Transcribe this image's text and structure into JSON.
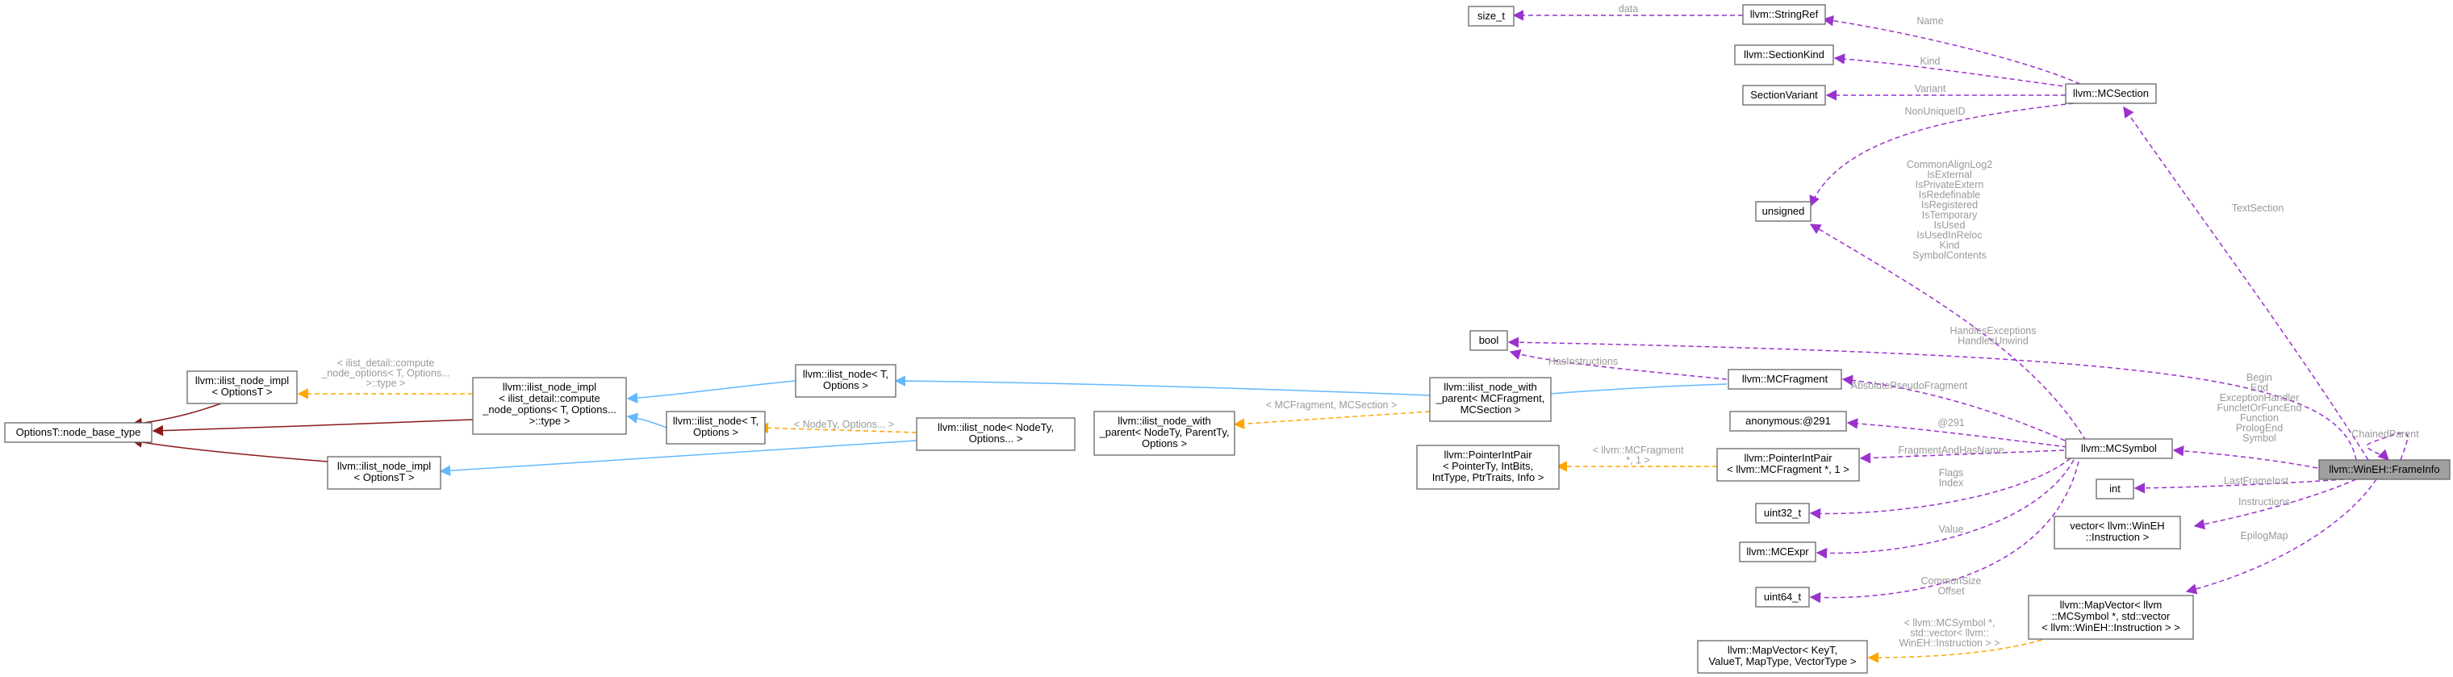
{
  "colors": {
    "usage_edge": "#9a32cd",
    "template_edge": "#ffa500",
    "public_inheritance": "#63b8ff",
    "base_inheritance": "#8b1a1a",
    "highlight_node": "#a0a0a0"
  },
  "nodes": {
    "size_t": [
      "size_t"
    ],
    "stringref": [
      "llvm::StringRef"
    ],
    "sectionkind": [
      "llvm::SectionKind"
    ],
    "sectionvariant": [
      "SectionVariant"
    ],
    "mcsection": [
      "llvm::MCSection"
    ],
    "unsigned": [
      "unsigned"
    ],
    "bool": [
      "bool"
    ],
    "mcfragment": [
      "llvm::MCFragment"
    ],
    "ilist_with_parent_mcf": [
      "llvm::ilist_node_with",
      "_parent< MCFragment,",
      "MCSection >"
    ],
    "anonymous": [
      "anonymous:@291"
    ],
    "mcsymbol": [
      "llvm::MCSymbol"
    ],
    "frameinfo": [
      "llvm::WinEH::FrameInfo"
    ],
    "int": [
      "int"
    ],
    "vector_instruction": [
      "vector< llvm::WinEH",
      "::Instruction >"
    ],
    "pointerintpair_spec": [
      "llvm::PointerIntPair",
      "< llvm::MCFragment *, 1 >"
    ],
    "pointerintpair_tmpl": [
      "llvm::PointerIntPair",
      "< PointerTy, IntBits,",
      "IntType, PtrTraits, Info >"
    ],
    "uint32": [
      "uint32_t"
    ],
    "mcexpr": [
      "llvm::MCExpr"
    ],
    "uint64": [
      "uint64_t"
    ],
    "mapvector_spec": [
      "llvm::MapVector< llvm",
      "::MCSymbol *, std::vector",
      "< llvm::WinEH::Instruction > >"
    ],
    "mapvector_tmpl": [
      "llvm::MapVector< KeyT,",
      "ValueT, MapType, VectorType >"
    ],
    "ilist_with_parent_tmpl": [
      "llvm::ilist_node_with",
      "_parent< NodeTy, ParentTy,",
      "Options >"
    ],
    "ilist_node_nodety": [
      "llvm::ilist_node< NodeTy,",
      "Options... >"
    ],
    "ilist_node_t_upper": [
      "llvm::ilist_node< T,",
      "Options >"
    ],
    "ilist_node_t_lower": [
      "llvm::ilist_node< T,",
      "Options >"
    ],
    "ilist_impl_compute": [
      "llvm::ilist_node_impl",
      "< ilist_detail::compute",
      "_node_options< T, Options...",
      ">::type >"
    ],
    "ilist_impl_optionsT_top": [
      "llvm::ilist_node_impl",
      "< OptionsT >"
    ],
    "ilist_impl_optionsT_bottom": [
      "llvm::ilist_node_impl",
      "< OptionsT >"
    ],
    "node_base_type": [
      "OptionsT::node_base_type"
    ]
  },
  "edge_labels": {
    "data": [
      "data"
    ],
    "name": [
      "Name"
    ],
    "kind": [
      "Kind"
    ],
    "variant": [
      "Variant"
    ],
    "nonuniqueid": [
      "NonUniqueID"
    ],
    "textsection": [
      "TextSection"
    ],
    "symbol_flags": [
      "CommonAlignLog2",
      "IsExternal",
      "IsPrivateExtern",
      "IsRedefinable",
      "IsRegistered",
      "IsTemporary",
      "IsUsed",
      "IsUsedInReloc",
      "Kind",
      "SymbolContents"
    ],
    "handles": [
      "HandlesExceptions",
      "HandlesUnwind"
    ],
    "hasinstructions": [
      "HasInstructions"
    ],
    "absolutepseudo": [
      "AbsolutePseudoFragment"
    ],
    "at291": [
      "@291"
    ],
    "fragmentandhasname": [
      "FragmentAndHasName"
    ],
    "flags_index": [
      "Flags",
      "Index"
    ],
    "value": [
      "Value"
    ],
    "commonsize_offset": [
      "CommonSize",
      "Offset"
    ],
    "frame_symbols": [
      "Begin",
      "End",
      "ExceptionHandler",
      "FuncletOrFuncEnd",
      "Function",
      "PrologEnd",
      "Symbol"
    ],
    "chainedparent": [
      "ChainedParent"
    ],
    "lastframeinst": [
      "LastFrameInst"
    ],
    "instructions": [
      "Instructions"
    ],
    "epilogmap": [
      "EpilogMap"
    ],
    "tmpl_pointerintpair": [
      "< llvm::MCFragment",
      "*, 1 >"
    ],
    "tmpl_mapvector": [
      "< llvm::MCSymbol *,",
      "std::vector< llvm::",
      "WinEH::Instruction > >"
    ],
    "tmpl_mcfragment": [
      "< MCFragment, MCSection >"
    ],
    "tmpl_nodety": [
      "< NodeTy, Options... >"
    ],
    "tmpl_compute": [
      "< ilist_detail::compute",
      "_node_options< T, Options...",
      ">::type >"
    ]
  }
}
